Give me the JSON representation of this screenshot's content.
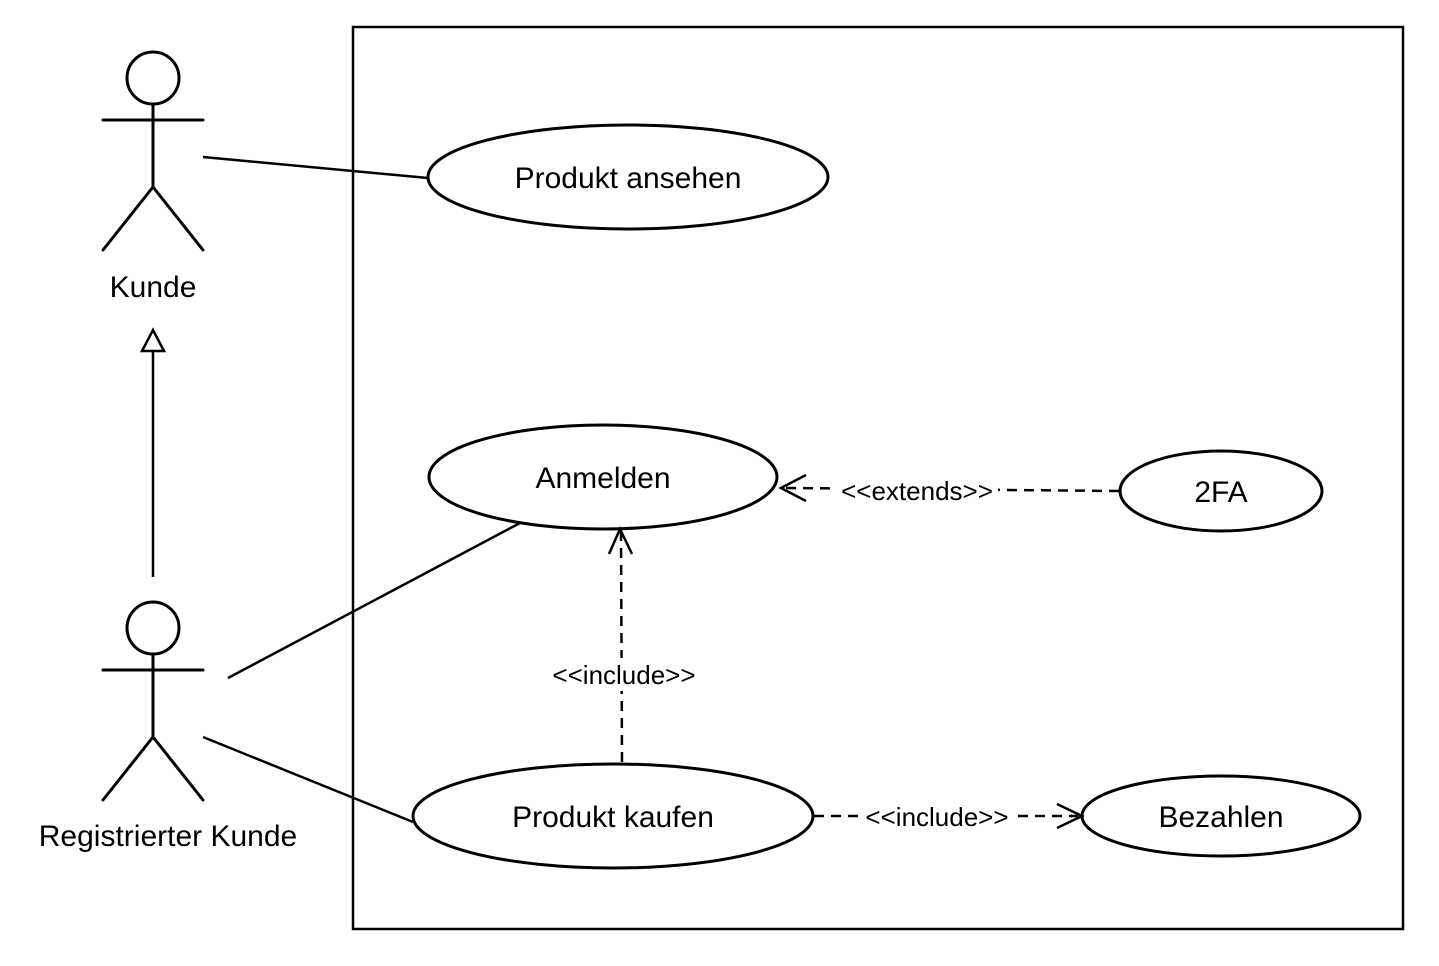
{
  "diagram": {
    "type": "uml-use-case-diagram",
    "colors": {
      "stroke": "#000000",
      "background": "#ffffff",
      "text": "#000000"
    },
    "actors": [
      {
        "id": "kunde",
        "label": "Kunde"
      },
      {
        "id": "registrierter-kunde",
        "label": "Registrierter Kunde"
      }
    ],
    "use_cases": [
      {
        "id": "produkt-ansehen",
        "label": "Produkt ansehen"
      },
      {
        "id": "anmelden",
        "label": "Anmelden"
      },
      {
        "id": "2fa",
        "label": "2FA"
      },
      {
        "id": "produkt-kaufen",
        "label": "Produkt kaufen"
      },
      {
        "id": "bezahlen",
        "label": "Bezahlen"
      }
    ],
    "relationships": [
      {
        "type": "association",
        "from": "kunde",
        "to": "produkt-ansehen"
      },
      {
        "type": "association",
        "from": "registrierter-kunde",
        "to": "anmelden"
      },
      {
        "type": "association",
        "from": "registrierter-kunde",
        "to": "produkt-kaufen"
      },
      {
        "type": "generalization",
        "from": "registrierter-kunde",
        "to": "kunde"
      },
      {
        "type": "extend",
        "from": "2fa",
        "to": "anmelden",
        "label": "<<extends>>"
      },
      {
        "type": "include",
        "from": "produkt-kaufen",
        "to": "anmelden",
        "label": "<<include>>"
      },
      {
        "type": "include",
        "from": "produkt-kaufen",
        "to": "bezahlen",
        "label": "<<include>>"
      }
    ]
  }
}
